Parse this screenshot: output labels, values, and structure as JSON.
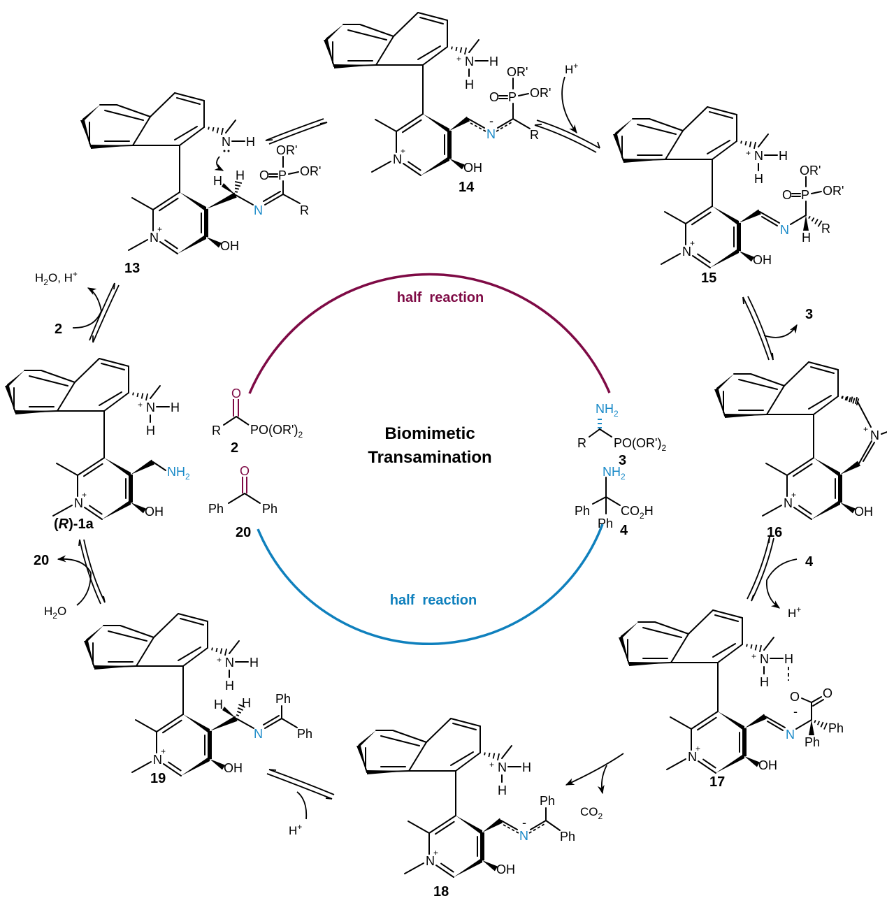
{
  "title": "Biomimetic Transamination",
  "title_lines": [
    "Biomimetic",
    "Transamination"
  ],
  "colors": {
    "upper_arc": "#7e0a45",
    "lower_arc": "#0f80bd",
    "nitrogen_highlight": "#1a8ac8",
    "carbonyl_highlight": "#7e0a45"
  },
  "half_reactions": [
    {
      "id": "upper",
      "label": "half  reaction",
      "color": "#7e0a45"
    },
    {
      "id": "lower",
      "label": "half  reaction",
      "color": "#0f80bd"
    }
  ],
  "compounds": [
    {
      "id": "13",
      "label": "13",
      "side_chain": "CH2-N=C(R)P(O)(OR')2",
      "note": "hydrogen abstraction by amine"
    },
    {
      "id": "14",
      "label": "14",
      "side_chain": "aza-allyl anion with P(O)(OR')2 and R"
    },
    {
      "id": "15",
      "label": "15",
      "side_chain": "CH=N-CH(R)P(O)(OR')2"
    },
    {
      "id": "16",
      "label": "16",
      "side_chain": "cyclic iminium"
    },
    {
      "id": "17",
      "label": "17",
      "side_chain": "CH=N-C(Ph)2CO2-"
    },
    {
      "id": "18",
      "label": "18",
      "side_chain": "aza-allyl anion with Ph2"
    },
    {
      "id": "19",
      "label": "19",
      "side_chain": "CH2-N=CPh2"
    },
    {
      "id": "1a",
      "label": "(R)-1a",
      "label_parts": [
        "(",
        "R",
        ")-1a"
      ],
      "side_chain": "CH2NH2"
    }
  ],
  "substrates": [
    {
      "id": "2",
      "label": "2",
      "groups": [
        "R",
        "O",
        "PO(OR')2"
      ]
    },
    {
      "id": "20",
      "label": "20",
      "groups": [
        "Ph",
        "O",
        "Ph"
      ]
    },
    {
      "id": "3",
      "label": "3",
      "groups": [
        "NH2",
        "R",
        "PO(OR')2"
      ]
    },
    {
      "id": "4",
      "label": "4",
      "groups": [
        "NH2",
        "Ph",
        "CO2H",
        "Ph"
      ]
    }
  ],
  "reagents": {
    "r13_to_14": "",
    "r14_to_15": "H+",
    "r15_to_16_out": "3",
    "r16_to_17_in": "4",
    "r16_to_17_out": "H+",
    "r17_to_18_out": "CO2",
    "r18_to_19_in": "H+",
    "r19_to_1a_in": "H2O",
    "r19_to_1a_out": "20",
    "r1a_to_13_in": "2",
    "r1a_to_13_out": "H2O, H+"
  },
  "atoms": {
    "N": "N",
    "H": "H",
    "OH": "OH",
    "NH2": "NH2",
    "O": "O",
    "P": "P",
    "R": "R",
    "Ph": "Ph",
    "ORp": "OR'",
    "POORp2": "PO(OR')",
    "CO2H": "CO2H",
    "plus": "+",
    "minus": "-"
  }
}
